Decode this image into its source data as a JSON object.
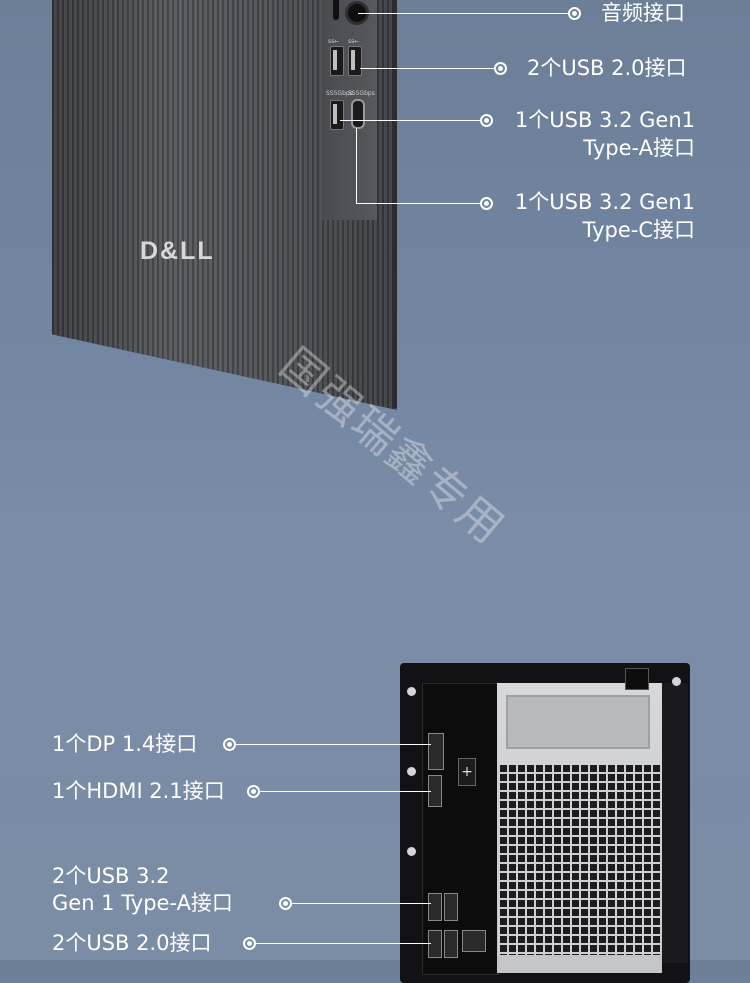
{
  "front": {
    "brand": "D&LL",
    "port_tags": {
      "usb_a_1": "ss←",
      "usb_a_2": "ss←",
      "typec_1": "SS5Gbps",
      "typec_2": "SS5Gbps"
    }
  },
  "front_callouts": [
    {
      "label": "音频接口"
    },
    {
      "label": "2个USB 2.0接口"
    },
    {
      "label_line1": "1个USB 3.2 Gen1",
      "label_line2": "Type-A接口"
    },
    {
      "label_line1": "1个USB 3.2 Gen1",
      "label_line2": "Type-C接口"
    }
  ],
  "watermark": "国强瑞鑫专用",
  "rear_callouts": [
    {
      "label": "1个DP 1.4接口"
    },
    {
      "label": "1个HDMI 2.1接口"
    },
    {
      "label_line1": "2个USB 3.2",
      "label_line2": "Gen 1  Type-A接口"
    },
    {
      "label": "2个USB 2.0接口"
    }
  ],
  "colors": {
    "background": "#7184a0",
    "callout": "#ffffff",
    "chassis": "#121214"
  }
}
